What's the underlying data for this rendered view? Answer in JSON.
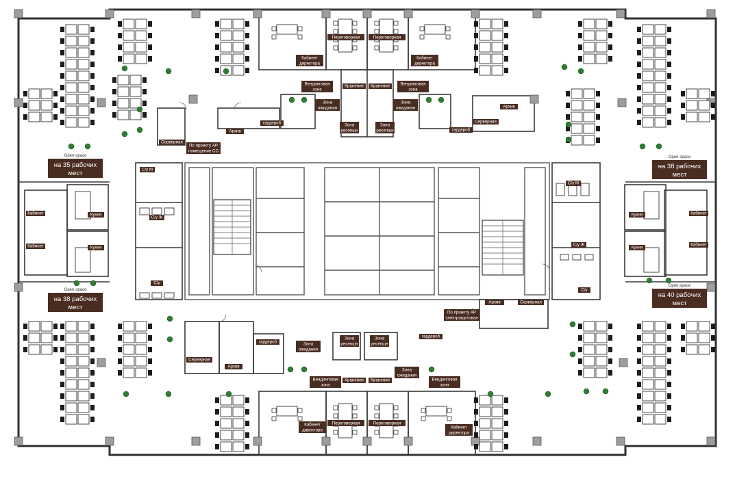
{
  "title": "",
  "large_labels": {
    "top_left_title": "Open-space",
    "top_left_l1": "на 35 рабочих",
    "top_left_l2": "мест",
    "top_right_title": "Open-space",
    "top_right_l1": "на 38 рабочих",
    "top_right_l2": "мест",
    "bottom_left_title": "Open-space",
    "bottom_left_l1": "на 38 рабочих",
    "bottom_left_l2": "мест",
    "bottom_right_title": "Open-space",
    "bottom_right_l1": "на 40 рабочих",
    "bottom_right_l2": "мест"
  },
  "room_labels": {
    "peregovornaya": "Переговорная",
    "kabinet": "Кабинет",
    "direktora": "директора",
    "vending": "Вендинговая",
    "zona": "зона",
    "hranenie": "Хранение",
    "zona_ozhidaniya_1": "Зона",
    "zona_ozhidaniya_2": "ожидания",
    "zona_recepcii_2": "ресепшн",
    "arhiv": "Архив",
    "servernaya": "Серверная",
    "garderob": "гардероб",
    "kuhnya": "Кухня",
    "kabinet_short": "Кабинет",
    "su_m": "С/у М",
    "su_zh": "С/у Ж",
    "su": "С/у",
    "po_proektu_1": "По проекту АР",
    "po_proektu_2": "помещение СС",
    "po_proektu_3": "электрощитовая"
  },
  "colors": {
    "label_bg": "#4a2d21",
    "plant": "#2f7d32",
    "column": "#9e9e9e"
  }
}
